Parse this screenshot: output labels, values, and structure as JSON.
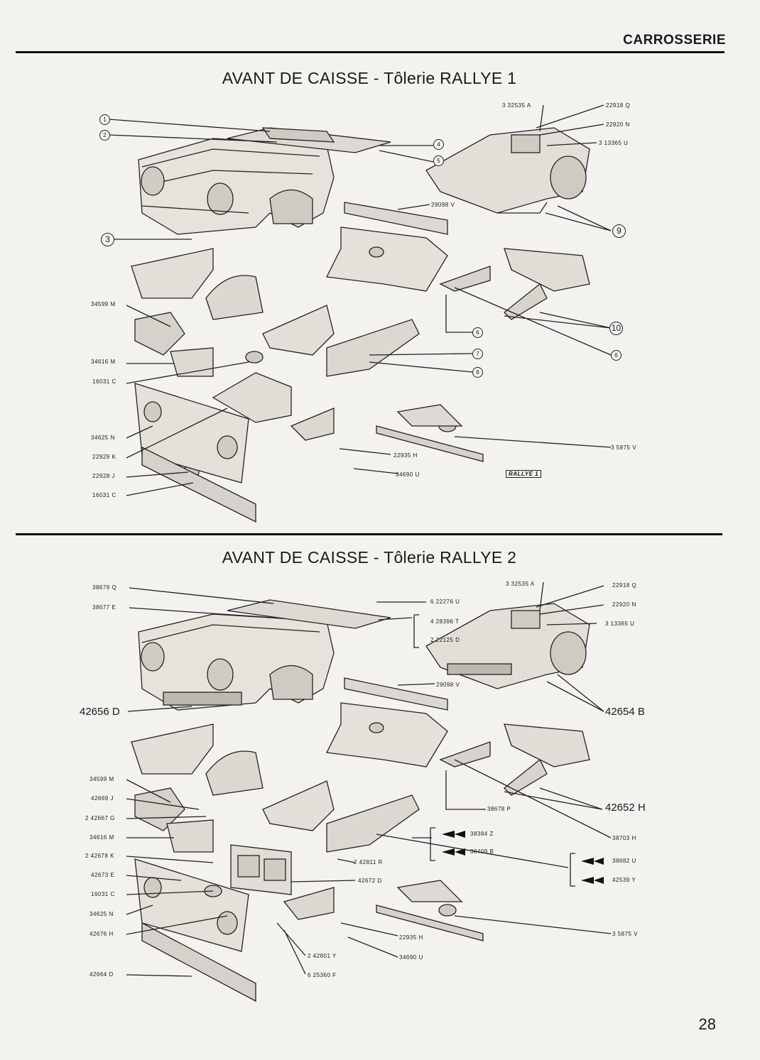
{
  "header": {
    "section": "CARROSSERIE"
  },
  "panel1": {
    "title": "AVANT DE CAISSE - Tôlerie RALLYE 1",
    "callouts": [
      "1",
      "2",
      "3",
      "4",
      "5",
      "6",
      "7",
      "8",
      "9",
      "10",
      "6"
    ],
    "labels": {
      "l32535A": "3 32535 A",
      "l22918Q": "22918 Q",
      "l22920N": "22920 N",
      "l13365U": "3 13365 U",
      "l29098V": "29098 V",
      "l34599M": "34599 M",
      "l34616M": "34616 M",
      "l16031C": "16031 C",
      "l34625N": "34625 N",
      "l22929K": "22929 K",
      "l22928J": "22928 J",
      "l16031C2": "16031 C",
      "l22935H": "22935 H",
      "l34690U": "34690 U",
      "l5875V": "3 5875 V"
    },
    "badge": "RALLYE 1"
  },
  "panel2": {
    "title": "AVANT DE CAISSE - Tôlerie RALLYE 2",
    "labels": {
      "l38679Q": "38679 Q",
      "l38677E": "38677 E",
      "l22276U": "6 22276 U",
      "l28396T": "4 28396 T",
      "l22125D": "2 22125 D",
      "l32535A": "3 32535 A",
      "l22918Q": "22918 Q",
      "l22920N": "22920 N",
      "l13365U": "3 13365 U",
      "l29098V": "29098 V",
      "l42656D": "42656 D",
      "l42654B": "42654 B",
      "l34599M": "34599 M",
      "l42669J": "42669 J",
      "l42667G": "2 42667 G",
      "l34616M": "34616 M",
      "l42678K": "2 42678 K",
      "l42673E": "42673 E",
      "l16031C": "16031 C",
      "l34625N": "34625 N",
      "l42676H": "42676 H",
      "l42664D": "42664 D",
      "l38678P": "38678 P",
      "l42652H": "42652 H",
      "l38384Z": "38384 Z",
      "l38409B": "38409 B",
      "l38703H": "38703 H",
      "l38682U": "38682 U",
      "l42539Y": "42539 Y",
      "l42811R": "2 42811 R",
      "l42672D": "42672 D",
      "l22935H": "22935 H",
      "l5875V": "3 5875 V",
      "l34690U": "34690 U",
      "l42801Y": "2 42801 Y",
      "l25360F": "6 25360 F"
    }
  },
  "footer": {
    "page": "28"
  }
}
